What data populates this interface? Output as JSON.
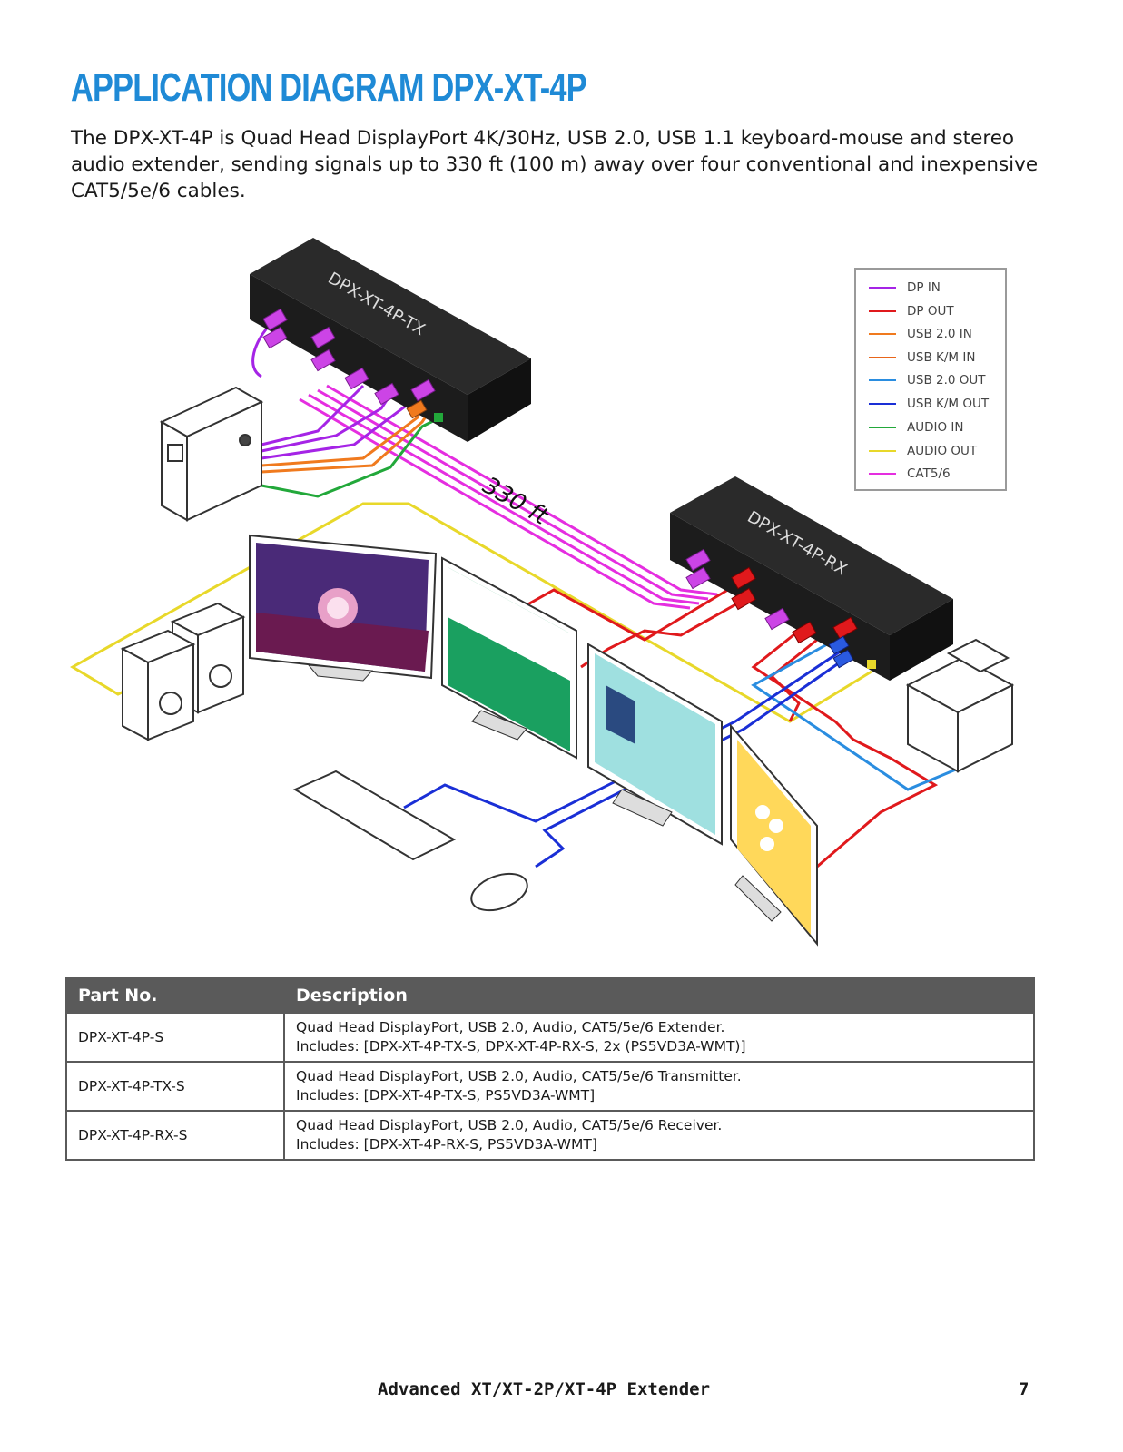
{
  "header": {
    "title": "APPLICATION DIAGRAM DPX-XT-4P",
    "intro": "The DPX-XT-4P is Quad Head DisplayPort 4K/30Hz, USB 2.0, USB 1.1 keyboard-mouse and stereo audio extender, sending signals up to 330 ft (100 m) away over four conventional and inexpensive CAT5/5e/6 cables."
  },
  "diagram": {
    "tx_label": "DPX-XT-4P-TX",
    "rx_label": "DPX-XT-4P-RX",
    "distance_label": "330 ft",
    "legend": [
      {
        "label": "DP IN",
        "color": "#a524e6"
      },
      {
        "label": "DP OUT",
        "color": "#e0191c"
      },
      {
        "label": "USB 2.0 IN",
        "color": "#f07a1e"
      },
      {
        "label": "USB K/M IN",
        "color": "#e8651a"
      },
      {
        "label": "USB 2.0 OUT",
        "color": "#2a8de0"
      },
      {
        "label": "USB K/M OUT",
        "color": "#1a2fd6"
      },
      {
        "label": "AUDIO IN",
        "color": "#22a83a"
      },
      {
        "label": "AUDIO OUT",
        "color": "#e8d82a"
      },
      {
        "label": "CAT5/6",
        "color": "#e52ee0"
      }
    ]
  },
  "table": {
    "headers": [
      "Part No.",
      "Description"
    ],
    "rows": [
      {
        "part": "DPX-XT-4P-S",
        "desc1": "Quad Head DisplayPort, USB 2.0, Audio, CAT5/5e/6 Extender.",
        "desc2": "Includes: [DPX-XT-4P-TX-S, DPX-XT-4P-RX-S, 2x (PS5VD3A-WMT)]"
      },
      {
        "part": "DPX-XT-4P-TX-S",
        "desc1": "Quad Head DisplayPort, USB 2.0, Audio, CAT5/5e/6 Transmitter.",
        "desc2": "Includes: [DPX-XT-4P-TX-S, PS5VD3A-WMT]"
      },
      {
        "part": "DPX-XT-4P-RX-S",
        "desc1": "Quad Head DisplayPort, USB 2.0, Audio, CAT5/5e/6 Receiver.",
        "desc2": "Includes: [DPX-XT-4P-RX-S, PS5VD3A-WMT]"
      }
    ]
  },
  "footer": {
    "text": "Advanced XT/XT-2P/XT-4P Extender",
    "page": "7"
  }
}
